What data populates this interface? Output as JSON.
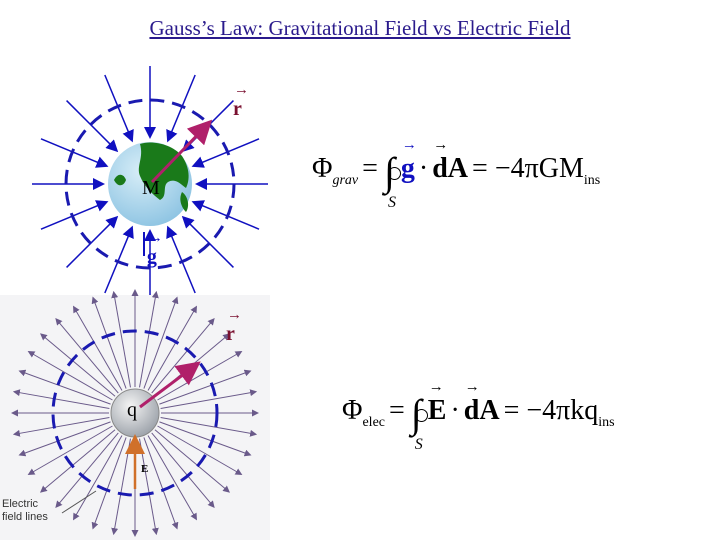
{
  "title": "Gauss’s Law: Gravitational Field vs Electric Field",
  "gravity": {
    "mass_label": "M",
    "r_label": "r",
    "g_label": "g",
    "equation": {
      "phi": "Φ",
      "phi_sub": "grav",
      "equals": "=",
      "g_symbol": "g",
      "dot": "·",
      "dA": "dA",
      "rhs": "= −4πGM",
      "rhs_sub": "ins",
      "surface": "S"
    }
  },
  "electric": {
    "charge_label": "q",
    "r_label": "r",
    "E_label": "E",
    "caption_line1": "Electric",
    "caption_line2": "field lines",
    "equation": {
      "phi": "Φ",
      "phi_sub": "elec",
      "equals": "=",
      "E_symbol": "E",
      "dot": "·",
      "dA": "dA",
      "rhs": "= −4πkq",
      "rhs_sub": "ins",
      "surface": "S"
    }
  },
  "colors": {
    "title": "#2a1a8c",
    "field_arrow": "#1010c0",
    "gauss_surface": "#1a1ab0",
    "radius_vector": "#b0206a",
    "electric_lines": "#6a5a8a",
    "E_arrow": "#d0702a",
    "earth_ocean": "#a9d4ec",
    "earth_land": "#1a7a1a"
  },
  "icons": {
    "earth": "earth-globe-icon",
    "charge": "charged-sphere-icon"
  }
}
